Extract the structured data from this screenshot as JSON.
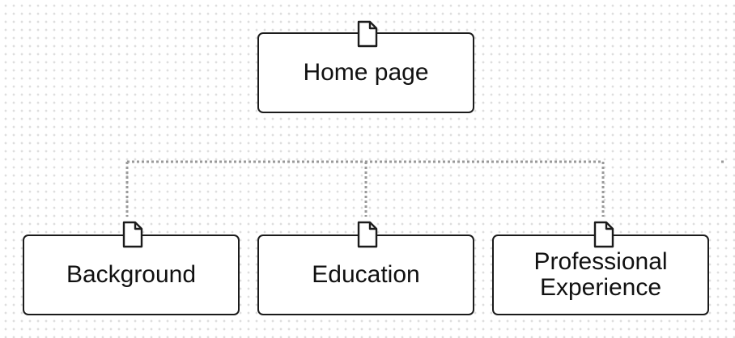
{
  "diagram": {
    "type": "sitemap",
    "root": {
      "label": "Home page",
      "icon": "page-icon"
    },
    "children": [
      {
        "label": "Background",
        "icon": "page-icon"
      },
      {
        "label": "Education",
        "icon": "page-icon"
      },
      {
        "label": "Professional\nExperience",
        "icon": "page-icon"
      }
    ],
    "connector_style": "dotted",
    "colors": {
      "border": "#1b1b1b",
      "connector": "#9a9a9a",
      "grid_dot": "#dedede"
    }
  }
}
